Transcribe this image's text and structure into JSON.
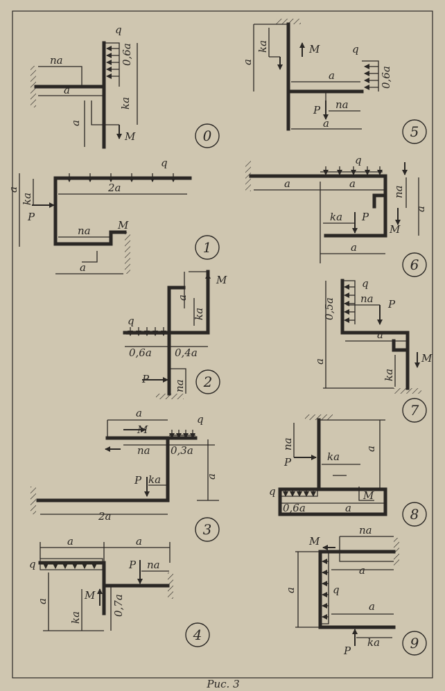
{
  "schemes": [
    {
      "number": "0",
      "labels": {
        "q": "q",
        "load": "0,6a",
        "na": "na",
        "a_h": "a",
        "ka": "ka",
        "a_v": "a",
        "M": "M"
      }
    },
    {
      "number": "1",
      "labels": {
        "q": "q",
        "a_v": "a",
        "ka": "ka",
        "twoa": "2a",
        "P": "P",
        "na": "na",
        "M": "M",
        "a_h": "a"
      }
    },
    {
      "number": "2",
      "labels": {
        "a_v": "a",
        "M": "M",
        "ka": "ka",
        "q": "q",
        "l06": "0,6a",
        "l04": "0,4a",
        "P": "P",
        "na": "na"
      }
    },
    {
      "number": "3",
      "labels": {
        "a_top": "a",
        "q": "q",
        "M": "M",
        "na": "na",
        "l03": "0,3a",
        "a_v": "a",
        "P": "P",
        "ka": "ka",
        "twoa": "2a"
      }
    },
    {
      "number": "4",
      "labels": {
        "a1": "a",
        "a2": "a",
        "q": "q",
        "P": "P",
        "na": "na",
        "a_v": "a",
        "M": "M",
        "ka": "ka",
        "l07": "0,7a"
      }
    },
    {
      "number": "5",
      "labels": {
        "a_v": "a",
        "ka": "ka",
        "M": "M",
        "q": "q",
        "a_h": "a",
        "load": "0,6a",
        "P": "P",
        "na": "na",
        "a_b": "a"
      }
    },
    {
      "number": "6",
      "labels": {
        "q": "q",
        "a1": "a",
        "a2": "a",
        "na": "na",
        "a_v": "a",
        "ka": "ka",
        "P": "P",
        "M": "M",
        "a_b": "a"
      }
    },
    {
      "number": "7",
      "labels": {
        "q": "q",
        "l05": "0,5a",
        "na": "na",
        "P": "P",
        "a_h": "a",
        "a_v": "a",
        "M": "M",
        "ka": "ka"
      }
    },
    {
      "number": "8",
      "labels": {
        "na": "na",
        "P": "P",
        "ka": "ka",
        "a_v": "a",
        "q": "q",
        "M": "M",
        "l06": "0,6a",
        "a_h": "a"
      }
    },
    {
      "number": "9",
      "labels": {
        "M": "M",
        "na": "na",
        "a_v": "a",
        "a1": "a",
        "q": "q",
        "a2": "a",
        "P": "P",
        "ka": "ka"
      }
    }
  ],
  "caption": "Рис. 3"
}
